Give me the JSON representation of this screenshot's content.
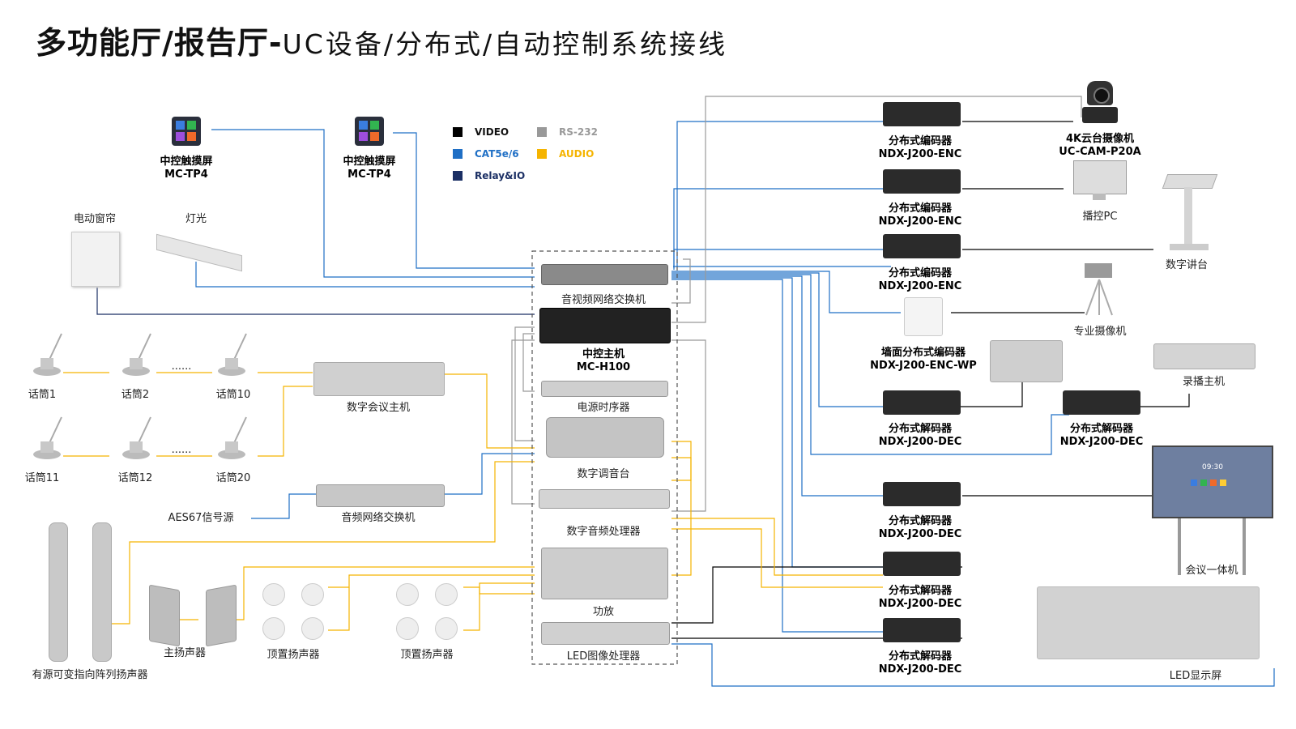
{
  "title": {
    "bold": "多功能厅/报告厅-",
    "light": "UC设备/分布式/自动控制系统接线"
  },
  "legend": [
    {
      "label": "VIDEO",
      "color": "#000000"
    },
    {
      "label": "RS-232",
      "color": "#999999"
    },
    {
      "label": "CAT5e/6",
      "color": "#1f6fc5"
    },
    {
      "label": "AUDIO",
      "color": "#f5b400"
    },
    {
      "label": "Relay&IO",
      "color": "#1b2f64"
    }
  ],
  "colors": {
    "video": "#000000",
    "rs232": "#999999",
    "cat": "#1f6fc5",
    "audio": "#f5b400",
    "relay": "#1b2f64"
  },
  "devices": {
    "tp1": {
      "name": "中控触摸屏",
      "model": "MC-TP4"
    },
    "tp2": {
      "name": "中控触摸屏",
      "model": "MC-TP4"
    },
    "curtain": {
      "name": "电动窗帘"
    },
    "light": {
      "name": "灯光"
    },
    "mic1": "话筒1",
    "mic2": "话筒2",
    "mic10": "话筒10",
    "mic11": "话筒11",
    "mic12": "话筒12",
    "mic20": "话筒20",
    "dots": "......",
    "conf_host": "数字会议主机",
    "aes67": "AES67信号源",
    "audio_switch": "音频网络交换机",
    "line_array": "有源可变指向阵列扬声器",
    "main_spk": "主扬声器",
    "ceiling1": "顶置扬声器",
    "ceiling2": "顶置扬声器",
    "av_switch": "音视频网络交换机",
    "ctrl_host": {
      "name": "中控主机",
      "model": "MC-H100"
    },
    "power_seq": "电源时序器",
    "mixer": "数字调音台",
    "dsp": "数字音频处理器",
    "amp": "功放",
    "led_proc": "LED图像处理器",
    "enc1": {
      "name": "分布式编码器",
      "model": "NDX-J200-ENC"
    },
    "enc2": {
      "name": "分布式编码器",
      "model": "NDX-J200-ENC"
    },
    "enc3": {
      "name": "分布式编码器",
      "model": "NDX-J200-ENC"
    },
    "wall_enc": {
      "name": "墙面分布式编码器",
      "model": "NDX-J200-ENC-WP"
    },
    "dec1": {
      "name": "分布式解码器",
      "model": "NDX-J200-DEC"
    },
    "dec2": {
      "name": "分布式解码器",
      "model": "NDX-J200-DEC"
    },
    "dec3": {
      "name": "分布式解码器",
      "model": "NDX-J200-DEC"
    },
    "dec4": {
      "name": "分布式解码器",
      "model": "NDX-J200-DEC"
    },
    "dec5": {
      "name": "分布式解码器",
      "model": "NDX-J200-DEC"
    },
    "camera": {
      "name": "4K云台摄像机",
      "model": "UC-CAM-P20A"
    },
    "pc": "播控PC",
    "lectern": "数字讲台",
    "pro_cam": "专业摄像机",
    "recorder": "录播主机",
    "panel": "会议一体机",
    "panel_time": "09:30",
    "led_screen": "LED显示屏"
  }
}
